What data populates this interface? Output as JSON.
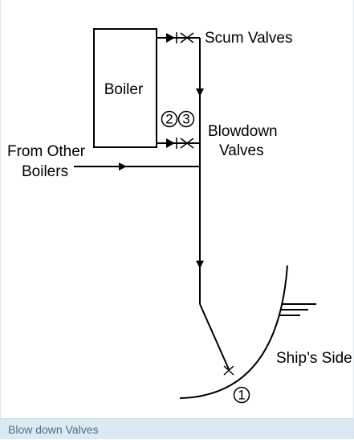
{
  "diagram": {
    "boiler_label": "Boiler",
    "scum_valves_label": "Scum Valves",
    "blowdown_label_line1": "Blowdown",
    "blowdown_label_line2": "Valves",
    "from_other_line1": "From Other",
    "from_other_line2": "Boilers",
    "ships_side_label": "Ship’s Side",
    "valve_number_1": "1",
    "valve_number_2": "2",
    "valve_number_3": "3"
  },
  "caption": {
    "text": "Blow down Valves"
  },
  "colors": {
    "caption_background": "#dbe9f2",
    "caption_text": "#4a6f8a",
    "line": "#000000"
  }
}
